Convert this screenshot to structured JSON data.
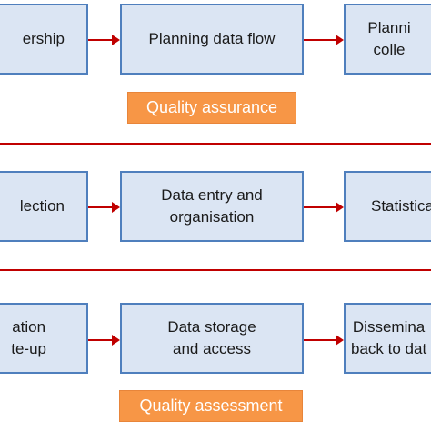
{
  "rows": [
    {
      "boxes": [
        {
          "text": "ership"
        },
        {
          "text": "Planning data flow"
        },
        {
          "text": "Planni\ncolle"
        }
      ]
    },
    {
      "boxes": [
        {
          "text": "lection"
        },
        {
          "text": "Data entry and\norganisation"
        },
        {
          "text": "Statistica"
        }
      ]
    },
    {
      "boxes": [
        {
          "text": "ation\nte-up"
        },
        {
          "text": "Data storage\nand access"
        },
        {
          "text": "Dissemina\nback to dat"
        }
      ]
    }
  ],
  "labels": {
    "quality_assurance": "Quality assurance",
    "quality_assessment": "Quality assessment"
  },
  "colors": {
    "box_fill": "#dbe5f3",
    "box_border": "#4f7fbd",
    "arrow": "#c00000",
    "divider": "#c00000",
    "badge_fill": "#f79646",
    "badge_text": "#ffffff"
  }
}
